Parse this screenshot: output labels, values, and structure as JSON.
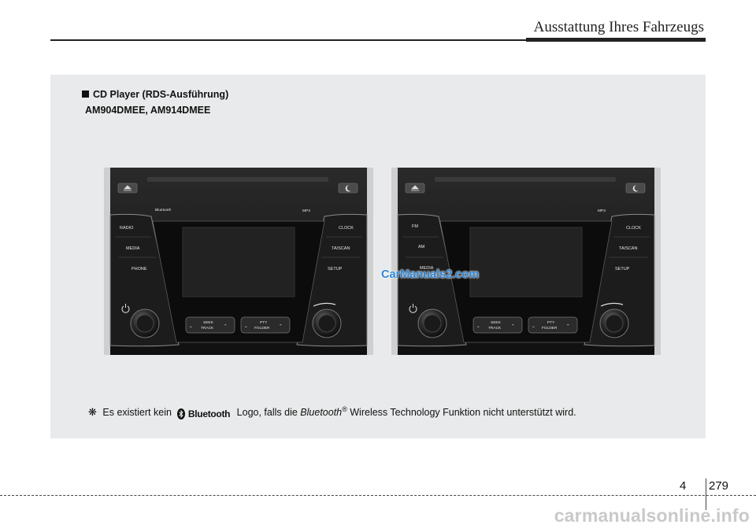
{
  "header": {
    "title": "Ausstattung Ihres Fahrzeugs"
  },
  "section": {
    "title": "CD Player (RDS-Ausführung)",
    "models": "AM904DMEE, AM914DMEE"
  },
  "unit_left": {
    "brand_text": "Bluetooth",
    "mp3_text": "MP3",
    "left_buttons": [
      "RADIO",
      "MEDIA",
      "PHONE"
    ],
    "right_buttons": [
      "CLOCK",
      "TA/SCAN",
      "SETUP"
    ],
    "seek_top": "SEEK",
    "seek_bottom": "TRACK",
    "pty_top": "PTY",
    "pty_bottom": "FOLDER"
  },
  "unit_right": {
    "brand_text": "",
    "mp3_text": "MP3",
    "left_buttons": [
      "FM",
      "AM",
      "MEDIA"
    ],
    "right_buttons": [
      "CLOCK",
      "TA/SCAN",
      "SETUP"
    ],
    "seek_top": "SEEK",
    "seek_bottom": "TRACK",
    "pty_top": "PTY",
    "pty_bottom": "FOLDER"
  },
  "watermark": "CarManuals2.com",
  "note": {
    "marker": "❋",
    "part1": "Es existiert kein",
    "logo_word": "Bluetooth",
    "part2": "Logo, falls die",
    "italic_word": "Bluetooth",
    "reg_mark": "®",
    "part3": "Wireless Technology Funktion nicht unterstützt wird."
  },
  "footer": {
    "chapter": "4",
    "page": "279",
    "site": "carmanualsonline.info"
  },
  "icons": [
    "eject-icon",
    "moon-icon",
    "power-icon",
    "bluetooth-icon",
    "volume-knob-icon",
    "tune-knob-icon"
  ]
}
